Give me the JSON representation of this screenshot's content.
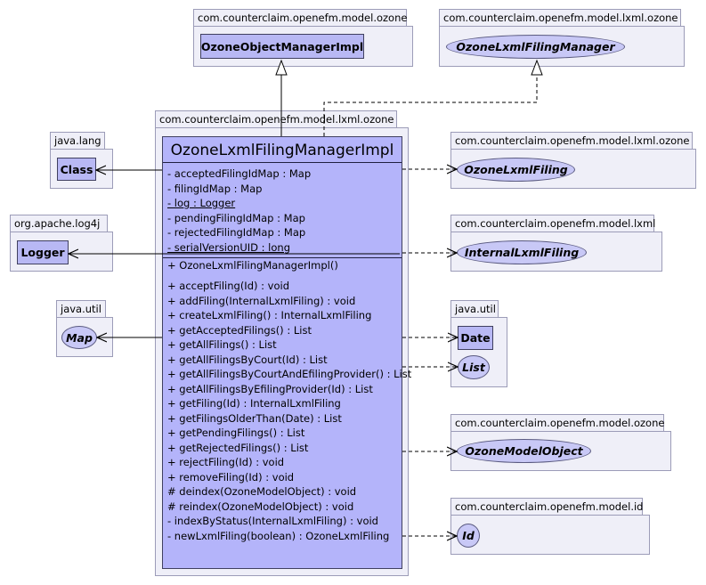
{
  "packages": {
    "ozone_model": "com.counterclaim.openefm.model.ozone",
    "lxml_ozone_top": "com.counterclaim.openefm.model.lxml.ozone",
    "lxml_ozone_main": "com.counterclaim.openefm.model.lxml.ozone",
    "java_lang": "java.lang",
    "log4j": "org.apache.log4j",
    "java_util_left": "java.util",
    "lxml_ozone_right": "com.counterclaim.openefm.model.lxml.ozone",
    "lxml": "com.counterclaim.openefm.model.lxml",
    "java_util_right": "java.util",
    "ozone_model_right": "com.counterclaim.openefm.model.ozone",
    "model_id": "com.counterclaim.openefm.model.id"
  },
  "classes": {
    "ozone_object_manager_impl": "OzoneObjectManagerImpl",
    "class": "Class",
    "logger": "Logger",
    "date": "Date"
  },
  "interfaces": {
    "ozone_lxml_filing_manager": "OzoneLxmlFilingManager",
    "map": "Map",
    "ozone_lxml_filing": "OzoneLxmlFiling",
    "internal_lxml_filing": "InternalLxmlFiling",
    "list": "List",
    "ozone_model_object": "OzoneModelObject",
    "id": "Id"
  },
  "main_class": {
    "name": "OzoneLxmlFilingManagerImpl",
    "fields": [
      "- acceptedFilingIdMap : Map",
      "- filingIdMap : Map",
      "- log : Logger",
      "- pendingFilingIdMap : Map",
      "- rejectedFilingIdMap : Map",
      "- serialVersionUID : long"
    ],
    "constructors": [
      "+ OzoneLxmlFilingManagerImpl()"
    ],
    "methods": [
      "+ acceptFiling(Id) : void",
      "+ addFiling(InternalLxmlFiling) : void",
      "+ createLxmlFiling() : InternalLxmlFiling",
      "+ getAcceptedFilings() : List",
      "+ getAllFilings() : List",
      "+ getAllFilingsByCourt(Id) : List",
      "+ getAllFilingsByCourtAndEfilingProvider() : List",
      "+ getAllFilingsByEfilingProvider(Id) : List",
      "+ getFiling(Id) : InternalLxmlFiling",
      "+ getFilingsOlderThan(Date) : List",
      "+ getPendingFilings() : List",
      "+ getRejectedFilings() : List",
      "+ rejectFiling(Id) : void",
      "+ removeFiling(Id) : void",
      "# deindex(OzoneModelObject) : void",
      "# reindex(OzoneModelObject) : void",
      "- indexByStatus(InternalLxmlFiling) : void",
      "- newLxmlFiling(boolean) : OzoneLxmlFiling"
    ]
  },
  "colors": {
    "package_fill": "#efeff8",
    "class_fill": "#b4b4fa",
    "interface_fill": "#c8c8f6",
    "edge": "#000000"
  }
}
